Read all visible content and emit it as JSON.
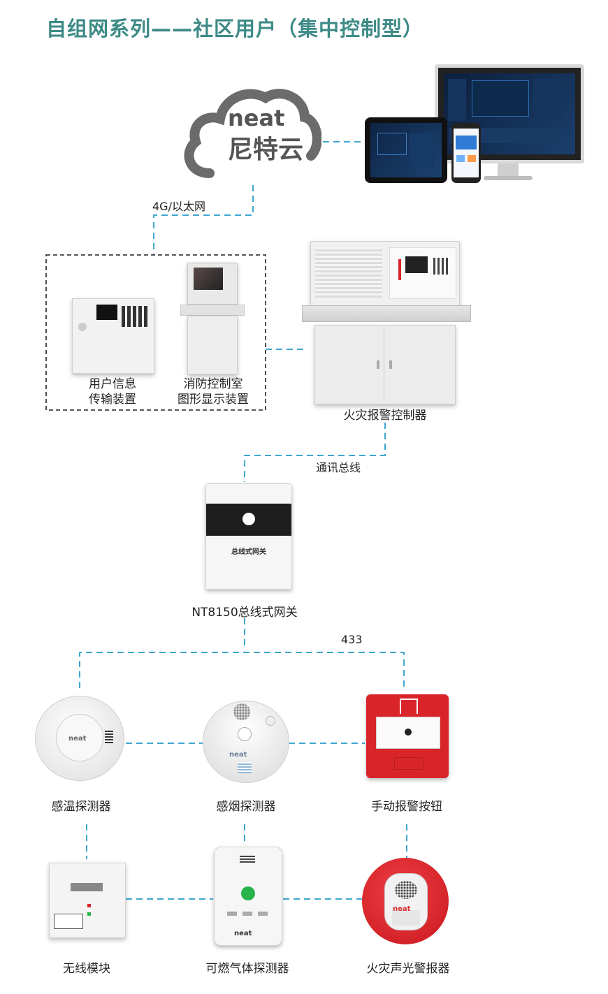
{
  "title": "自组网系列——社区用户（集中控制型）",
  "cloud": {
    "brand": "neat",
    "name": "尼特云"
  },
  "links": {
    "network": "4G/以太网",
    "bus": "通讯总线",
    "wireless": "433"
  },
  "devices": {
    "user_info": [
      "用户信息",
      "传输装置"
    ],
    "control_room": [
      "消防控制室",
      "图形显示装置"
    ],
    "fire_controller": "火灾报警控制器",
    "gateway_face": "总线式网关",
    "gateway": "NT8150总线式网关",
    "heat_detector": "感温探测器",
    "smoke_detector": "感烟探测器",
    "manual_button": "手动报警按钮",
    "wireless_module": "无线模块",
    "gas_detector": "可燃气体探测器",
    "sound_light_alarm": "火灾声光警报器"
  },
  "colors": {
    "accent": "#3d8a86",
    "line": "#3fa6d0",
    "alarm_red": "#d9252a",
    "gas_green": "#28b34b"
  }
}
